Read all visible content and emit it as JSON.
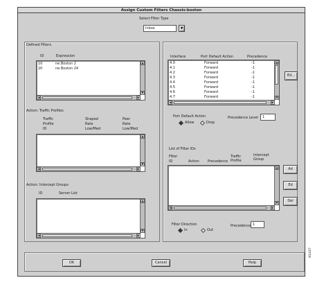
{
  "window": {
    "title": "Assign Custom Filters Chassis:boston"
  },
  "filter_type": {
    "label": "Select Filter Type",
    "value": "Inbox",
    "dropdown_icon": "chevron-down-icon"
  },
  "defined_filters": {
    "group_label": "Defined Filters",
    "headers": [
      "ID",
      "Expression"
    ],
    "rows": [
      [
        "10",
        "ne.Boston 2"
      ],
      [
        "20",
        "ne.Boston 24"
      ]
    ]
  },
  "traffic": {
    "group_label": "Action: Traffic Profiles",
    "headers": [
      "Traffic",
      "Shaped",
      "Peer"
    ],
    "headers2": [
      "Profile",
      "Rate",
      "Rate"
    ],
    "headers3": [
      "ID",
      "Low/Med",
      "Low/Med"
    ]
  },
  "intercept": {
    "group_label": "Action: Intercept Groups",
    "headers": [
      "ID",
      "Server List"
    ]
  },
  "ports": {
    "headers": [
      "Interface",
      "Port Default Action",
      "Precedence"
    ],
    "rows": [
      [
        "4.0",
        "Forward",
        "-1"
      ],
      [
        "4.1",
        "Forward",
        "-1"
      ],
      [
        "4.2",
        "Forward",
        "-1"
      ],
      [
        "4.3",
        "Forward",
        "-1"
      ],
      [
        "4.4",
        "Forward",
        "-1"
      ],
      [
        "4.5",
        "Forward",
        "-1"
      ],
      [
        "4.6",
        "Forward",
        "-1"
      ],
      [
        "4.7",
        "Forward",
        "-1"
      ]
    ],
    "edit_button": "Ed...",
    "port_default_label": "Port Default Action",
    "radio_a": "Allow",
    "radio_b": "Drop",
    "precedence_label": "Precedence Level",
    "precedence_value": "1"
  },
  "filter_ids": {
    "group_label": "List of Filter IDs",
    "headers": [
      "Filter",
      "Action",
      "Precedence",
      "Traffic Profile",
      "Intercept Group"
    ],
    "headers2": [
      "ID",
      "",
      "",
      "",
      ""
    ],
    "add_button": "Ad",
    "edit_button": "Ed",
    "delete_button": "Del",
    "direction_label": "Filter Direction",
    "radio_in": "In",
    "radio_out": "Out",
    "precedence_label": "Precedence",
    "precedence_value": "1"
  },
  "footer": {
    "ok": "OK",
    "cancel": "Cancel",
    "help": "Help"
  },
  "side_code": "H1437"
}
